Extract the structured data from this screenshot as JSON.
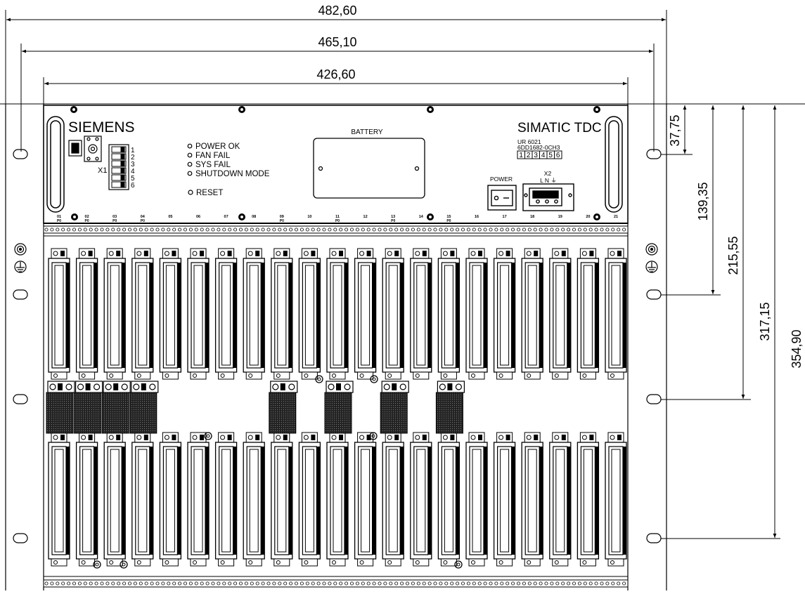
{
  "dimensions": {
    "overall_width": "482,60",
    "mount_hole_spacing": "465,10",
    "frame_width": "426,60",
    "height_1": "37,75",
    "height_2": "139,35",
    "height_3": "215,55",
    "height_4": "317,15",
    "height_5": "354,90"
  },
  "panel": {
    "brand": "SIEMENS",
    "product": "SIMATIC TDC",
    "connector_x1": "X1",
    "x1_pins": [
      "1",
      "2",
      "3",
      "4",
      "5",
      "6"
    ],
    "battery_label": "BATTERY",
    "leds": [
      "POWER OK",
      "FAN FAIL",
      "SYS FAIL",
      "SHUTDOWN MODE"
    ],
    "reset_label": "RESET",
    "power_label": "POWER",
    "model_line1": "UR 6021",
    "model_line2": "6DD1682-0CH3",
    "model_boxes": [
      "1",
      "2",
      "3",
      "4",
      "5",
      "6"
    ],
    "connector_x2": "X2",
    "x2_terminals": "L  N ⏚"
  },
  "slots": {
    "numbers": [
      "01",
      "02",
      "03",
      "04",
      "05",
      "06",
      "07",
      "08",
      "09",
      "10",
      "11",
      "12",
      "13",
      "14",
      "15",
      "16",
      "17",
      "18",
      "19",
      "20",
      "21"
    ],
    "sub_label": "P0",
    "p0_slots": [
      "01",
      "02",
      "03",
      "04",
      "09",
      "11",
      "13",
      "15"
    ]
  }
}
